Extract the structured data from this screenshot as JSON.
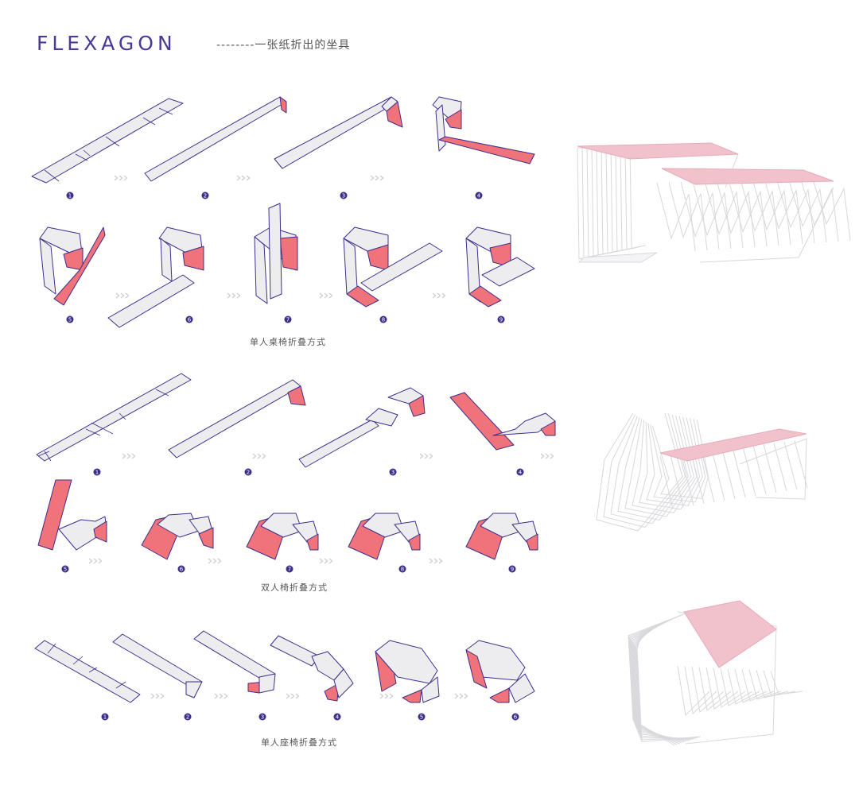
{
  "header": {
    "brand": "FLEXAGON",
    "subtitle": "--------一张纸折出的坐具"
  },
  "colors": {
    "outline": "#3b2f8a",
    "face": "#ededf0",
    "fold": "#f0727b",
    "arrow": "#d0d0d0",
    "badge": "#3b2f8a",
    "wire": "#d8d8dc",
    "top": "#f2c2cc"
  },
  "sections": [
    {
      "caption": "单人桌椅折叠方式",
      "steps": [
        "1",
        "2",
        "3",
        "4",
        "5",
        "6",
        "7",
        "8",
        "9"
      ]
    },
    {
      "caption": "双人椅折叠方式",
      "steps": [
        "1",
        "2",
        "3",
        "4",
        "5",
        "6",
        "7",
        "8",
        "9"
      ]
    },
    {
      "caption": "单人座椅折叠方式",
      "steps": [
        "1",
        "2",
        "3",
        "4",
        "5",
        "6"
      ]
    }
  ]
}
